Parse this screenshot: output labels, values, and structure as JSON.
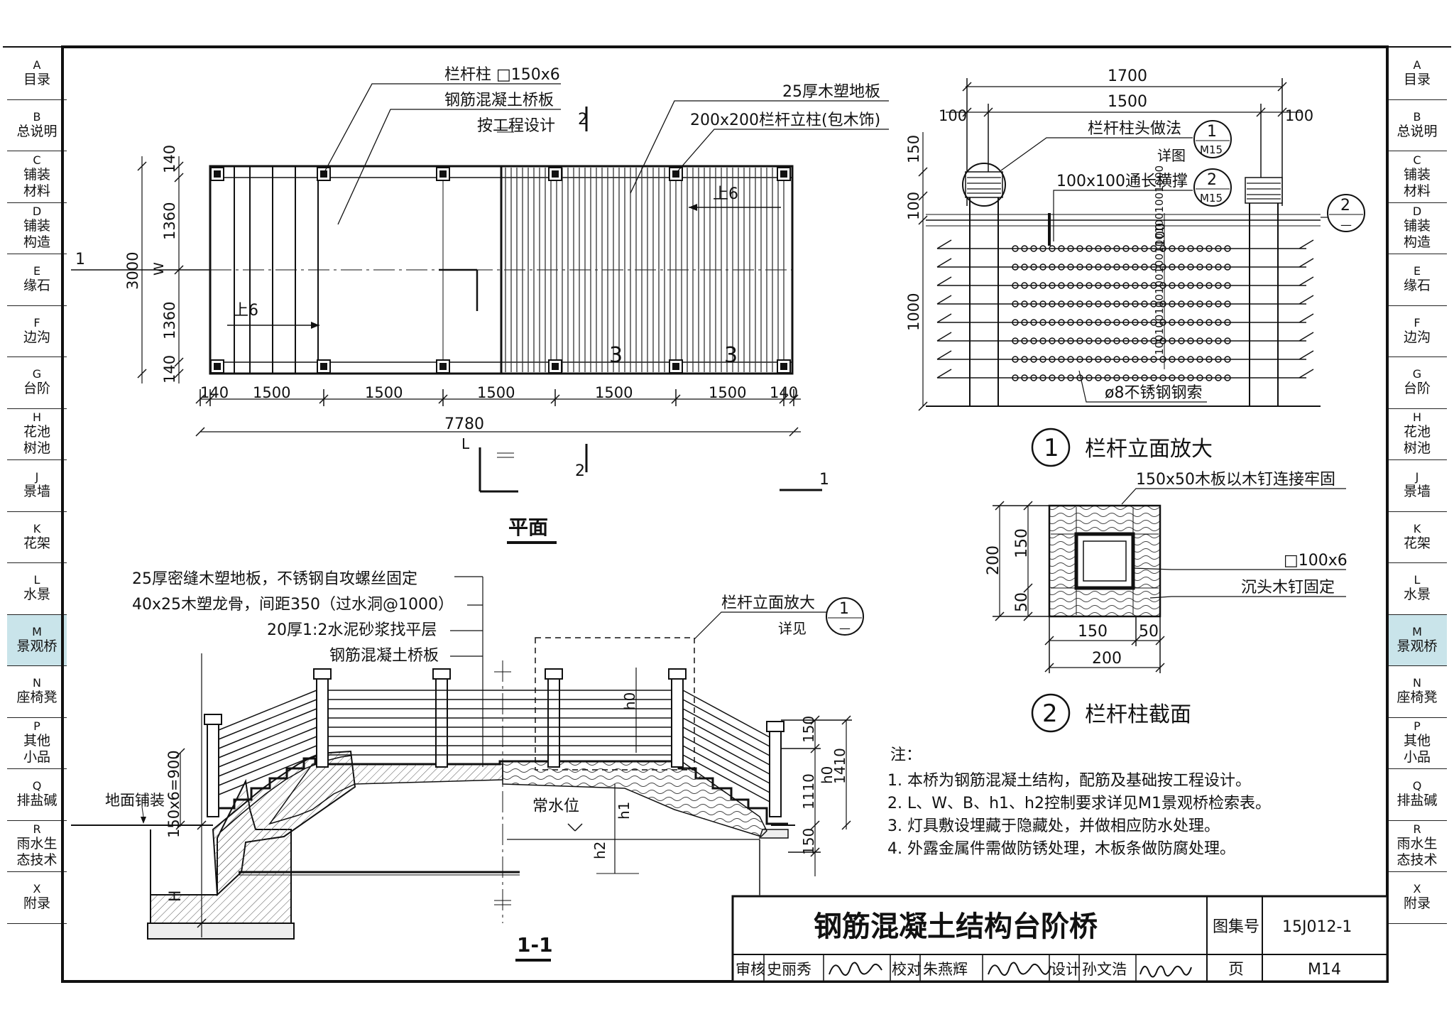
{
  "tabs": [
    {
      "code": "A",
      "label": "目录"
    },
    {
      "code": "B",
      "label": "总说明"
    },
    {
      "code": "C",
      "label": "铺装 材料"
    },
    {
      "code": "D",
      "label": "铺装 构造"
    },
    {
      "code": "E",
      "label": "缘石"
    },
    {
      "code": "F",
      "label": "边沟"
    },
    {
      "code": "G",
      "label": "台阶"
    },
    {
      "code": "H",
      "label": "花池 树池"
    },
    {
      "code": "J",
      "label": "景墙"
    },
    {
      "code": "K",
      "label": "花架"
    },
    {
      "code": "L",
      "label": "水景"
    },
    {
      "code": "M",
      "label": "景观桥",
      "active": true
    },
    {
      "code": "N",
      "label": "座椅凳"
    },
    {
      "code": "P",
      "label": "其他 小品"
    },
    {
      "code": "Q",
      "label": "排盐碱"
    },
    {
      "code": "R",
      "label": "雨水生 态技术"
    },
    {
      "code": "X",
      "label": "附录"
    }
  ],
  "plan": {
    "callouts": [
      "栏杆柱 □150x6",
      "钢筋混凝土桥板",
      "按工程设计",
      "25厚木塑地板",
      "200x200栏杆立柱(包木饰)"
    ],
    "dims_h": [
      "140",
      "1500",
      "1500",
      "1500",
      "1500",
      "1500",
      "140"
    ],
    "total_len": "7780",
    "len_sym": "L",
    "dims_v": [
      "140",
      "1360",
      "1360",
      "140"
    ],
    "total_w": "3000",
    "w_sym": "W",
    "slope_1": "上6",
    "slope_2": "上6",
    "sec1": "1",
    "sec2": "2",
    "sec3": "3",
    "title": "平面"
  },
  "elevation": {
    "dims_top": [
      "1700",
      "1500",
      "100",
      "100"
    ],
    "callout_head": "栏杆柱头做法",
    "callout_see": "详图",
    "detail_1_num": "1",
    "detail_1_sheet": "M15",
    "detail_2_num": "2",
    "detail_2_sheet": "M15",
    "callout_brace": "100x100通长横撑",
    "sec_num": "2",
    "sec_sheet": "—",
    "dims_left": [
      "150",
      "100",
      "1000"
    ],
    "spacing": "100",
    "cable": "ø8不锈钢钢索",
    "title_num": "1",
    "title": "栏杆立面放大"
  },
  "post_section": {
    "callout_board": "150x50木板以木钉连接牢固",
    "callout_tube": "□100x6",
    "callout_nail": "沉头木钉固定",
    "dims_left": [
      "200",
      "150",
      "50"
    ],
    "dims_bottom": [
      "150",
      "50",
      "200"
    ],
    "title_num": "2",
    "title": "栏杆柱截面"
  },
  "section": {
    "callouts": [
      "25厚密缝木塑地板，不锈钢自攻螺丝固定",
      "40x25木塑龙骨，间距350（过水洞@1000）",
      "20厚1:2水泥砂浆找平层",
      "钢筋混凝土桥板"
    ],
    "ref_text": "栏杆立面放大",
    "ref_see": "详见",
    "ref_num": "1",
    "ref_sheet": "—",
    "stair": "150x6=900",
    "ground": "地面铺装",
    "water": "常水位",
    "h_sym": "H",
    "h0": "h0",
    "h1": "h1",
    "h2": "h2",
    "dims_right": [
      "150",
      "1110",
      "150",
      "1410"
    ],
    "title": "1-1"
  },
  "notes": {
    "heading": "注：",
    "items": [
      "1. 本桥为钢筋混凝土结构，配筋及基础按工程设计。",
      "2. L、W、B、h1、h2控制要求详见M1景观桥检索表。",
      "3. 灯具敷设埋藏于隐藏处，并做相应防水处理。",
      "4. 外露金属件需做防锈处理，木板条做防腐处理。"
    ]
  },
  "title_block": {
    "title": "钢筋混凝土结构台阶桥",
    "atlas_label": "图集号",
    "atlas_no": "15J012-1",
    "page_label": "页",
    "page_no": "M14",
    "review_label": "审核",
    "review_name": "史丽秀",
    "check_label": "校对",
    "check_name": "朱燕辉",
    "design_label": "设计",
    "design_name": "孙文浩"
  }
}
